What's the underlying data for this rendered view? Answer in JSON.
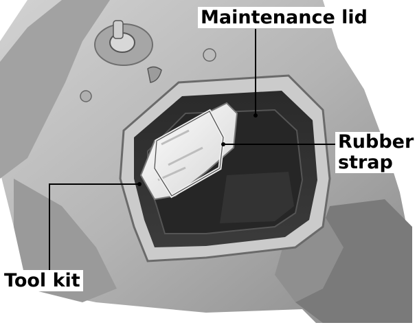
{
  "labels": {
    "maintenance_lid": "Maintenance lid",
    "rubber_strap_line1": "Rubber",
    "rubber_strap_line2": "strap",
    "tool_kit": "Tool kit"
  },
  "colors": {
    "background": "#ffffff",
    "photo_body": "#b9b9b9",
    "photo_dark": "#1f1f1f",
    "tool_kit_wrap": "#f4f4f4",
    "leader_line": "#000000"
  }
}
